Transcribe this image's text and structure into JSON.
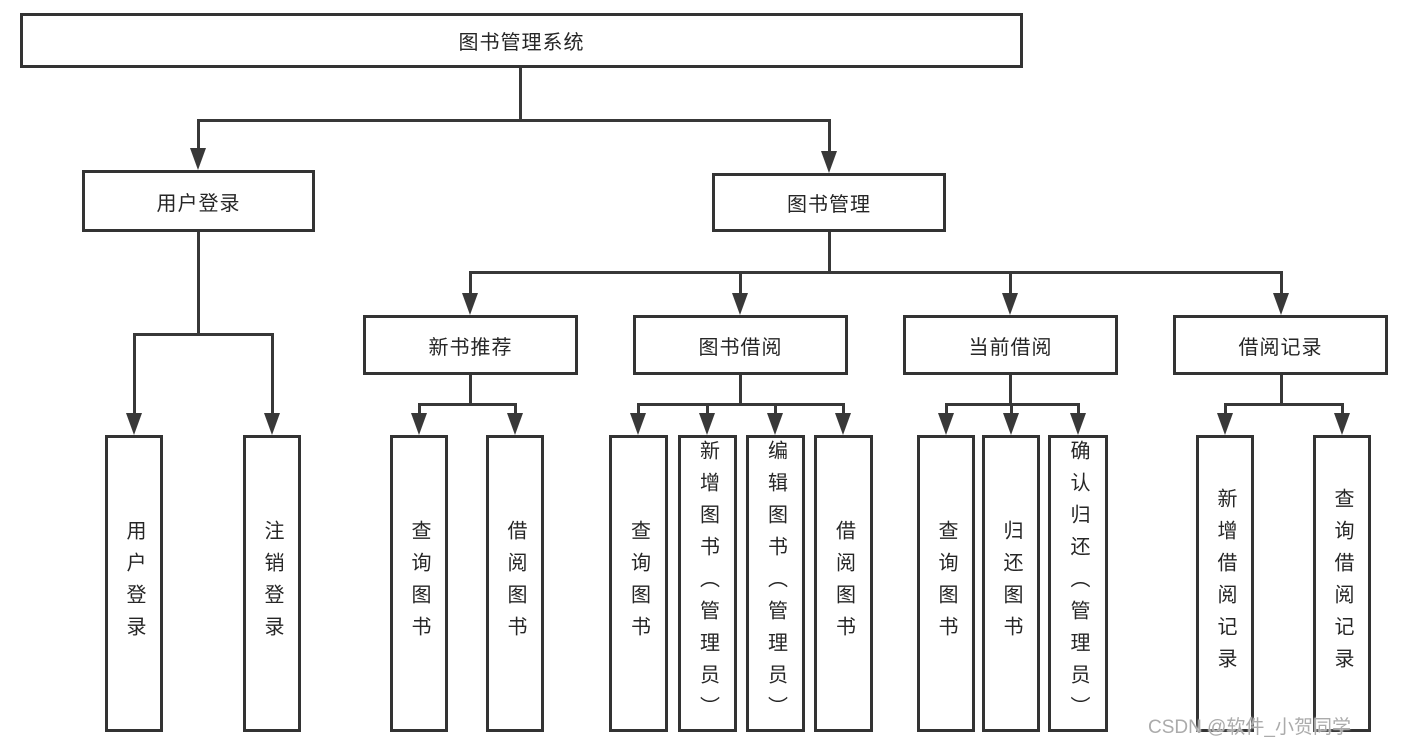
{
  "diagram": {
    "root_label": "图书管理系统",
    "user_login": {
      "label": "用户登录",
      "children": [
        "用户登录",
        "注销登录"
      ]
    },
    "book_mgmt": {
      "label": "图书管理"
    },
    "new_books": {
      "label": "新书推荐",
      "children": [
        "查询图书",
        "借阅图书"
      ]
    },
    "borrowing": {
      "label": "图书借阅",
      "children": [
        "查询图书",
        "新增图书（管理员）",
        "编辑图书（管理员）",
        "借阅图书"
      ]
    },
    "current": {
      "label": "当前借阅",
      "children": [
        "查询图书",
        "归还图书",
        "确认归还（管理员）"
      ]
    },
    "records": {
      "label": "借阅记录",
      "children": [
        "新增借阅记录",
        "查询借阅记录"
      ]
    },
    "watermark": "CSDN @软件_小贺同学",
    "colors": {
      "line": "#383838",
      "border": "#333333",
      "text": "#262626",
      "watermark": "#ababab"
    }
  }
}
